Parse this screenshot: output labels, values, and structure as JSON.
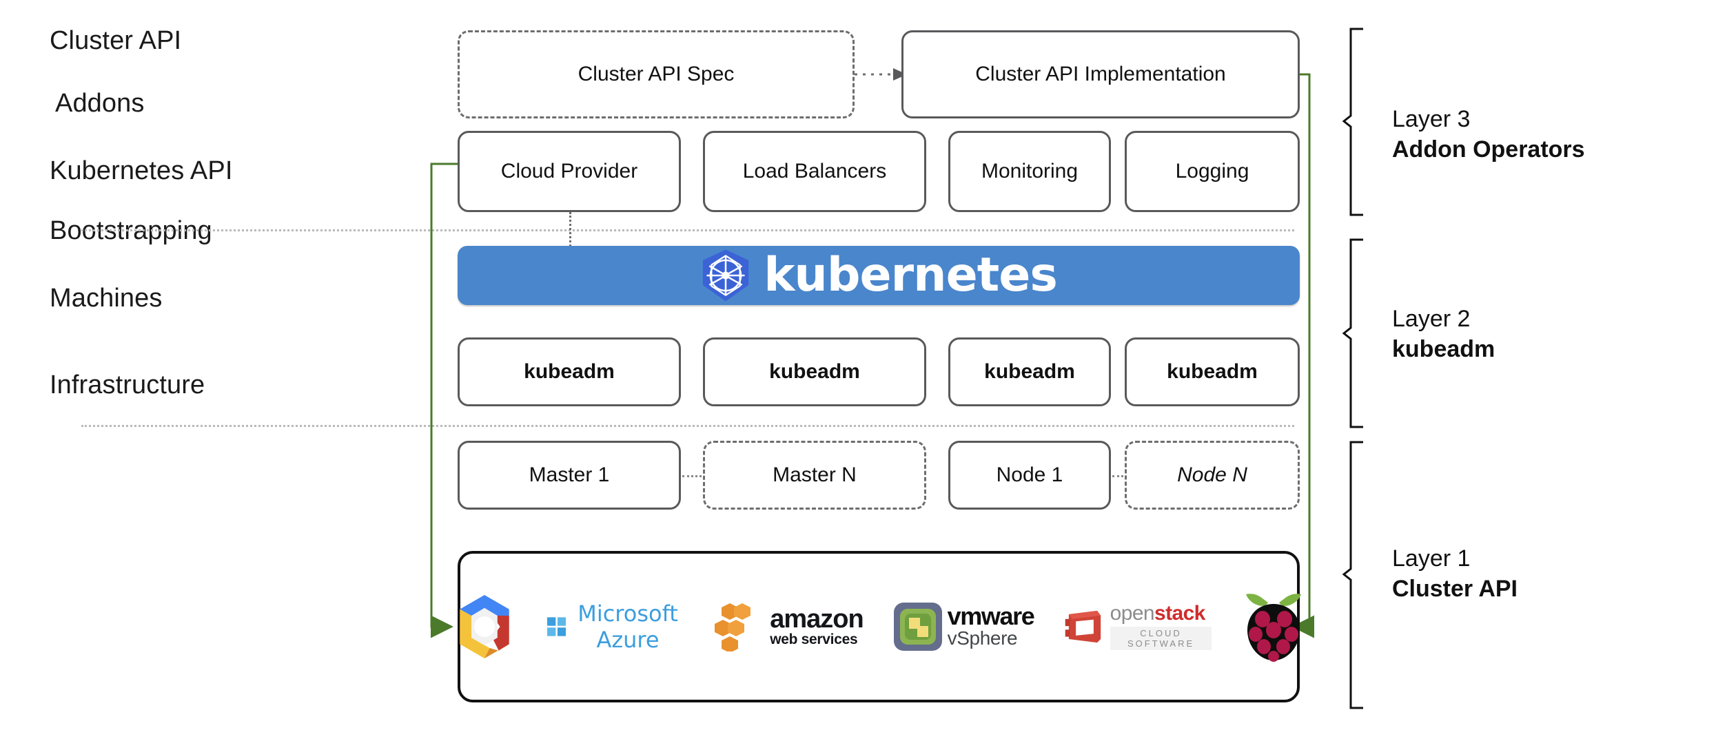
{
  "diagram": {
    "title": "Kubernetes Cluster API layered architecture",
    "accent_green": "#4b7a2b",
    "kubernetes_blue": "#4a86cc"
  },
  "row_labels": [
    {
      "id": "cluster-api",
      "text": "Cluster API"
    },
    {
      "id": "addons",
      "text": "Addons"
    },
    {
      "id": "kubernetes-api",
      "text": "Kubernetes API"
    },
    {
      "id": "bootstrapping",
      "text": "Bootstrapping"
    },
    {
      "id": "machines",
      "text": "Machines"
    },
    {
      "id": "infrastructure",
      "text": "Infrastructure"
    }
  ],
  "cluster_api_row": {
    "spec_box": {
      "label": "Cluster API Spec",
      "style": "dashed"
    },
    "impl_box": {
      "label": "Cluster API Implementation",
      "style": "solid"
    },
    "connector": "dotted-arrow-right"
  },
  "addons_row": {
    "boxes": [
      {
        "label": "Cloud Provider"
      },
      {
        "label": "Load Balancers"
      },
      {
        "label": "Monitoring"
      },
      {
        "label": "Logging"
      }
    ]
  },
  "kubernetes_banner": {
    "wordmark": "kubernetes",
    "icon": "kubernetes-helm-wheel"
  },
  "bootstrapping_row": {
    "boxes": [
      {
        "label": "kubeadm"
      },
      {
        "label": "kubeadm"
      },
      {
        "label": "kubeadm"
      },
      {
        "label": "kubeadm"
      }
    ]
  },
  "machines_row": {
    "boxes": [
      {
        "label": "Master 1",
        "style": "solid"
      },
      {
        "label": "Master N",
        "style": "dashed"
      },
      {
        "label": "Node 1",
        "style": "solid"
      },
      {
        "label": "Node N",
        "style": "dashed",
        "italic_suffix": true
      }
    ]
  },
  "infrastructure_row": {
    "providers": [
      {
        "name": "google-cloud-platform",
        "label": ""
      },
      {
        "name": "microsoft-azure",
        "label": "Microsoft Azure"
      },
      {
        "name": "amazon-web-services",
        "label_primary": "amazon",
        "label_secondary": "web services"
      },
      {
        "name": "vmware-vsphere",
        "label_primary": "vmware",
        "label_secondary": "vSphere"
      },
      {
        "name": "openstack",
        "label_primary_a": "open",
        "label_primary_b": "stack",
        "label_secondary": "CLOUD SOFTWARE"
      },
      {
        "name": "raspberry-pi",
        "label": ""
      }
    ]
  },
  "layers": [
    {
      "id": "layer-3",
      "number": "Layer 3",
      "name": "Addon Operators"
    },
    {
      "id": "layer-2",
      "number": "Layer 2",
      "name": "kubeadm"
    },
    {
      "id": "layer-1",
      "number": "Layer 1",
      "name": "Cluster API"
    }
  ]
}
